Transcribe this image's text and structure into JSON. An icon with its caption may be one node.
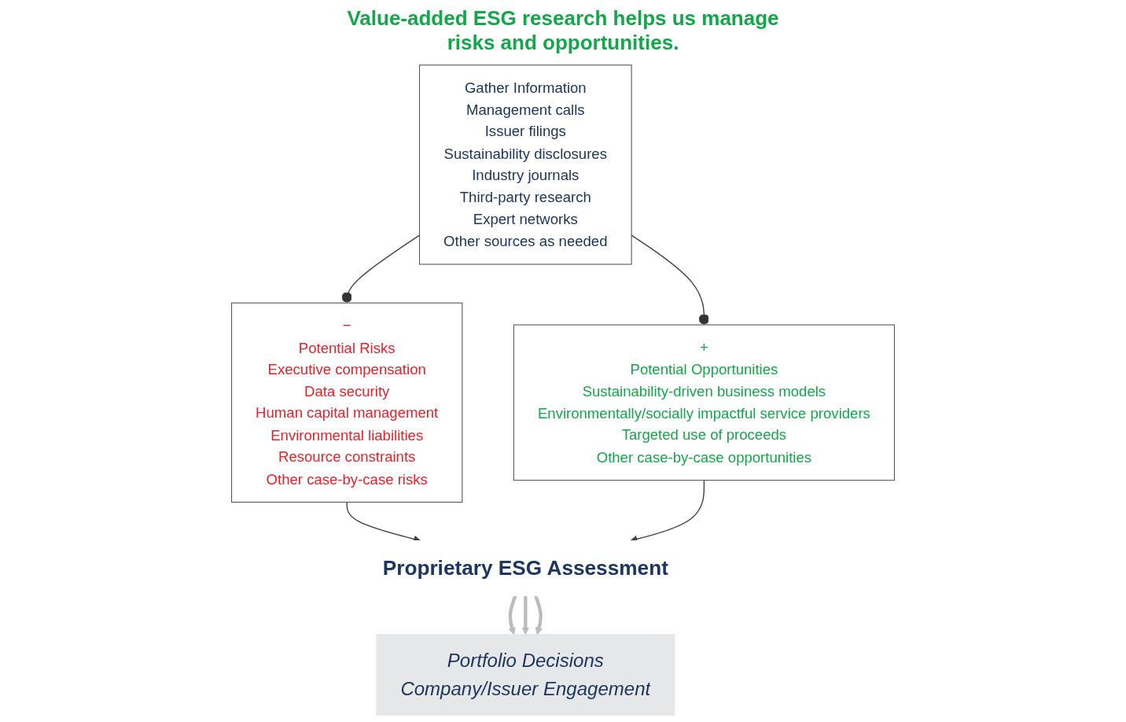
{
  "diagram": {
    "nodes": [
      {
        "text": [
          "Gather Information",
          "Management calls",
          "Issuer filings",
          "Sustainability disclosures",
          "Industry journals",
          "Third-party research",
          "Expert networks",
          "Other sources as needed"
        ]
      },
      {
        "text": [
          "−",
          "Potential Risks",
          "Executive compensation",
          "Data security",
          "Human capital management",
          "Environmental liabilities",
          "Resource constraints",
          "Other case-by-case risks"
        ]
      },
      {
        "text": [
          "+",
          "Potential Opportunities",
          "Sustainability-driven business models",
          "Environmentally/socially impactful service providers",
          "Targeted use of proceeds",
          "Other case-by-case opportunities"
        ]
      },
      {
        "text": [
          "Proprietary ESG Assessment"
        ]
      },
      {
        "text": [
          "Portfolio Decisions",
          "Company/Issuer Engagement"
        ]
      }
    ],
    "edges": [
      {
        "from": 0,
        "to": 1,
        "arrow": "other"
      },
      {
        "from": 0,
        "to": 2,
        "arrow": "other"
      },
      {
        "from": 1,
        "to": 3,
        "arrow": "to"
      },
      {
        "from": 2,
        "to": 3,
        "arrow": "to"
      },
      {
        "from": 3,
        "to": 4,
        "arrow": "to",
        "style": "thick",
        "color": "#bbbbbb"
      },
      {
        "from": 3,
        "to": 4,
        "arrow": "to",
        "style": "thick",
        "color": "#bbbbbb"
      },
      {
        "from": 3,
        "to": 4,
        "arrow": "to",
        "style": "thick",
        "color": "#bbbbbb"
      }
    ],
    "labels": [
      "Value-added ESG research helps us manage risks and opportunities."
    ]
  }
}
